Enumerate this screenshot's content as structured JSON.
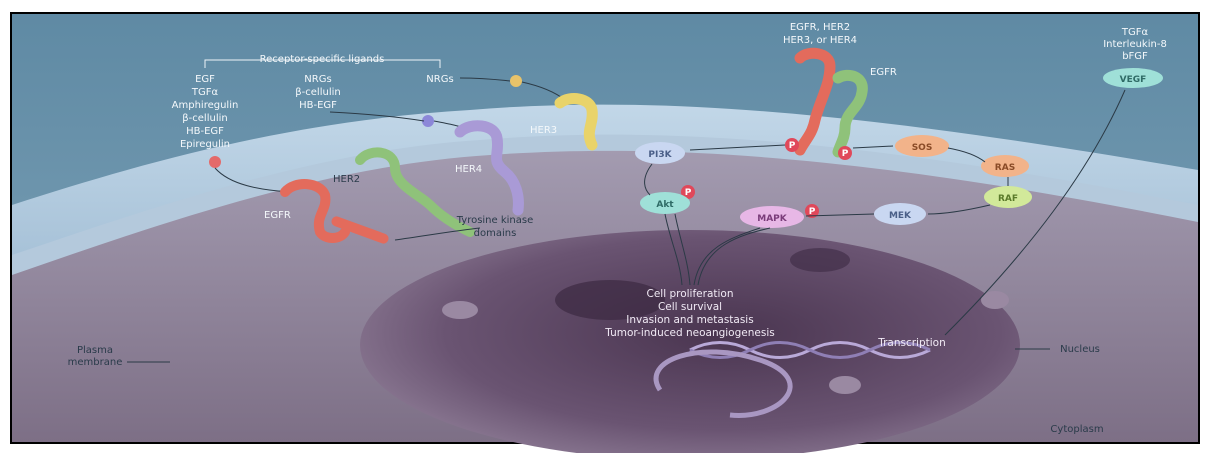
{
  "ligands": {
    "bracket_title": "Receptor-specific ligands",
    "group1": [
      "EGF",
      "TGFα",
      "Amphiregulin",
      "β-cellulin",
      "HB-EGF",
      "Epiregulin"
    ],
    "group2": [
      "NRGs",
      "β-cellulin",
      "HB-EGF"
    ],
    "group3": "NRGs"
  },
  "receptors": {
    "egfr_left": "EGFR",
    "her2": "HER2",
    "her4": "HER4",
    "her3": "HER3",
    "dimer_top_line1": "EGFR, HER2",
    "dimer_top_line2": "HER3, or HER4",
    "dimer_right": "EGFR"
  },
  "kinase_domains": [
    "Tyrosine kinase",
    "domains"
  ],
  "signaling": {
    "pi3k": "PI3K",
    "akt": "Akt",
    "sos": "SOS",
    "ras": "RAS",
    "raf": "RAF",
    "mek": "MEK",
    "mapk": "MAPK",
    "phospho": "P"
  },
  "secreted": {
    "lines": [
      "TGFα",
      "Interleukin-8",
      "bFGF"
    ],
    "vegf": "VEGF"
  },
  "outcomes": [
    "Cell proliferation",
    "Cell survival",
    "Invasion and metastasis",
    "Tumor-induced neoangiogenesis"
  ],
  "compartments": {
    "plasma_membrane": [
      "Plasma",
      "membrane"
    ],
    "nucleus": "Nucleus",
    "cytoplasm": "Cytoplasm",
    "transcription": "Transcription"
  },
  "colors": {
    "background": "#6f93a8",
    "membrane": "#9bbcd6",
    "cytoplasm": "#8a7f93",
    "nucleus": "#6a5470",
    "receptor_red": "#e36b5c",
    "receptor_green": "#8fc27a",
    "receptor_purple": "#a99ad6",
    "receptor_yellow": "#e9d36a",
    "node_blue": "#c9d7f1",
    "node_teal": "#9fe0d8",
    "node_orange": "#f2b38a",
    "node_green": "#d2e99a",
    "node_pink": "#e7b7e6",
    "phospho": "#e0485a"
  }
}
